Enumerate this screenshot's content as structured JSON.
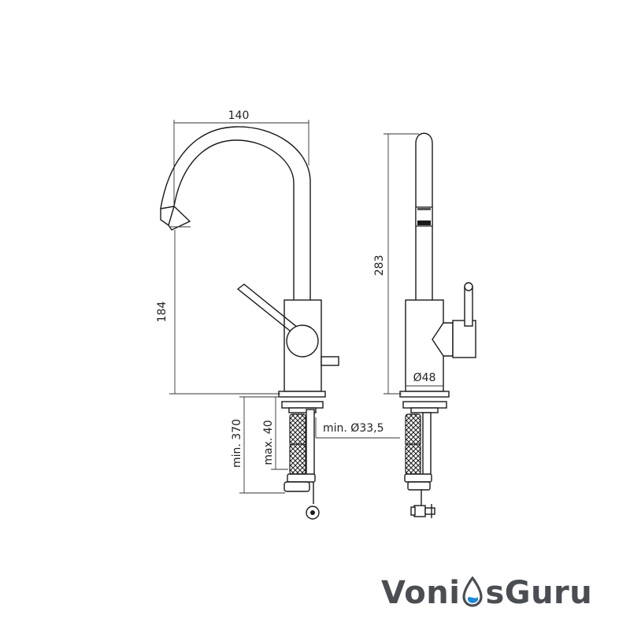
{
  "dimensions": {
    "spout_reach": "140",
    "spout_height": "184",
    "total_height": "283",
    "body_diameter": "Ø48",
    "hole_diameter": "min. Ø33,5",
    "hose_length": "min. 370",
    "max_deck": "max. 40"
  },
  "logo": {
    "text_before": "Voni",
    "text_after": "sGuru",
    "colors": {
      "text": "#4a4d52",
      "drop": "#1e88d8"
    }
  }
}
